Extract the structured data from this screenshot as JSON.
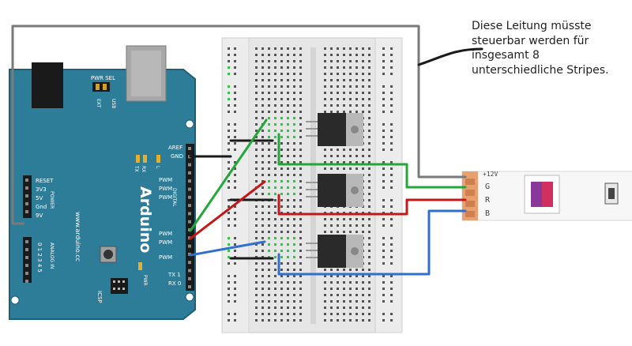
{
  "annotation": {
    "lines": [
      "Diese Leitung müsste",
      "steuerbar werden für",
      "insgesamt 8",
      "unterschiedliche Stripes."
    ]
  },
  "arduino": {
    "brand": "Arduino",
    "url": "www.arduino.cc",
    "pwr_sel": "PWR SEL",
    "usb": "USB",
    "ext": "EXT",
    "icsp": "ICSP",
    "pwr_led": "PWR",
    "l_led": "L",
    "tx_led": "TX",
    "rx_led": "RX",
    "reset": "RESET",
    "v33": "3V3",
    "v5": "5V",
    "gnd": "Gnd",
    "vin": "9V",
    "power": "POWER",
    "analog_in": "ANALOG IN",
    "analog_pins": "0 1 2 3 4 5",
    "aref": "AREF",
    "gnd_top": "GND",
    "digital": "DIGITAL",
    "pwm": "PWM",
    "txrx": [
      "TX 1",
      "RX 0"
    ]
  },
  "led_strip": {
    "pins": [
      "+12V",
      "G",
      "R",
      "B"
    ]
  },
  "colors": {
    "board": "#2d7d99",
    "board_edge": "#1b5f78",
    "breadboard": "#e8e8e8",
    "wire_black": "#1a1a1a",
    "wire_green": "#22a838",
    "wire_red": "#c41818",
    "wire_blue": "#2e6fd0",
    "wire_gray": "#8a8a8a",
    "strip": "#f7f7f7"
  }
}
